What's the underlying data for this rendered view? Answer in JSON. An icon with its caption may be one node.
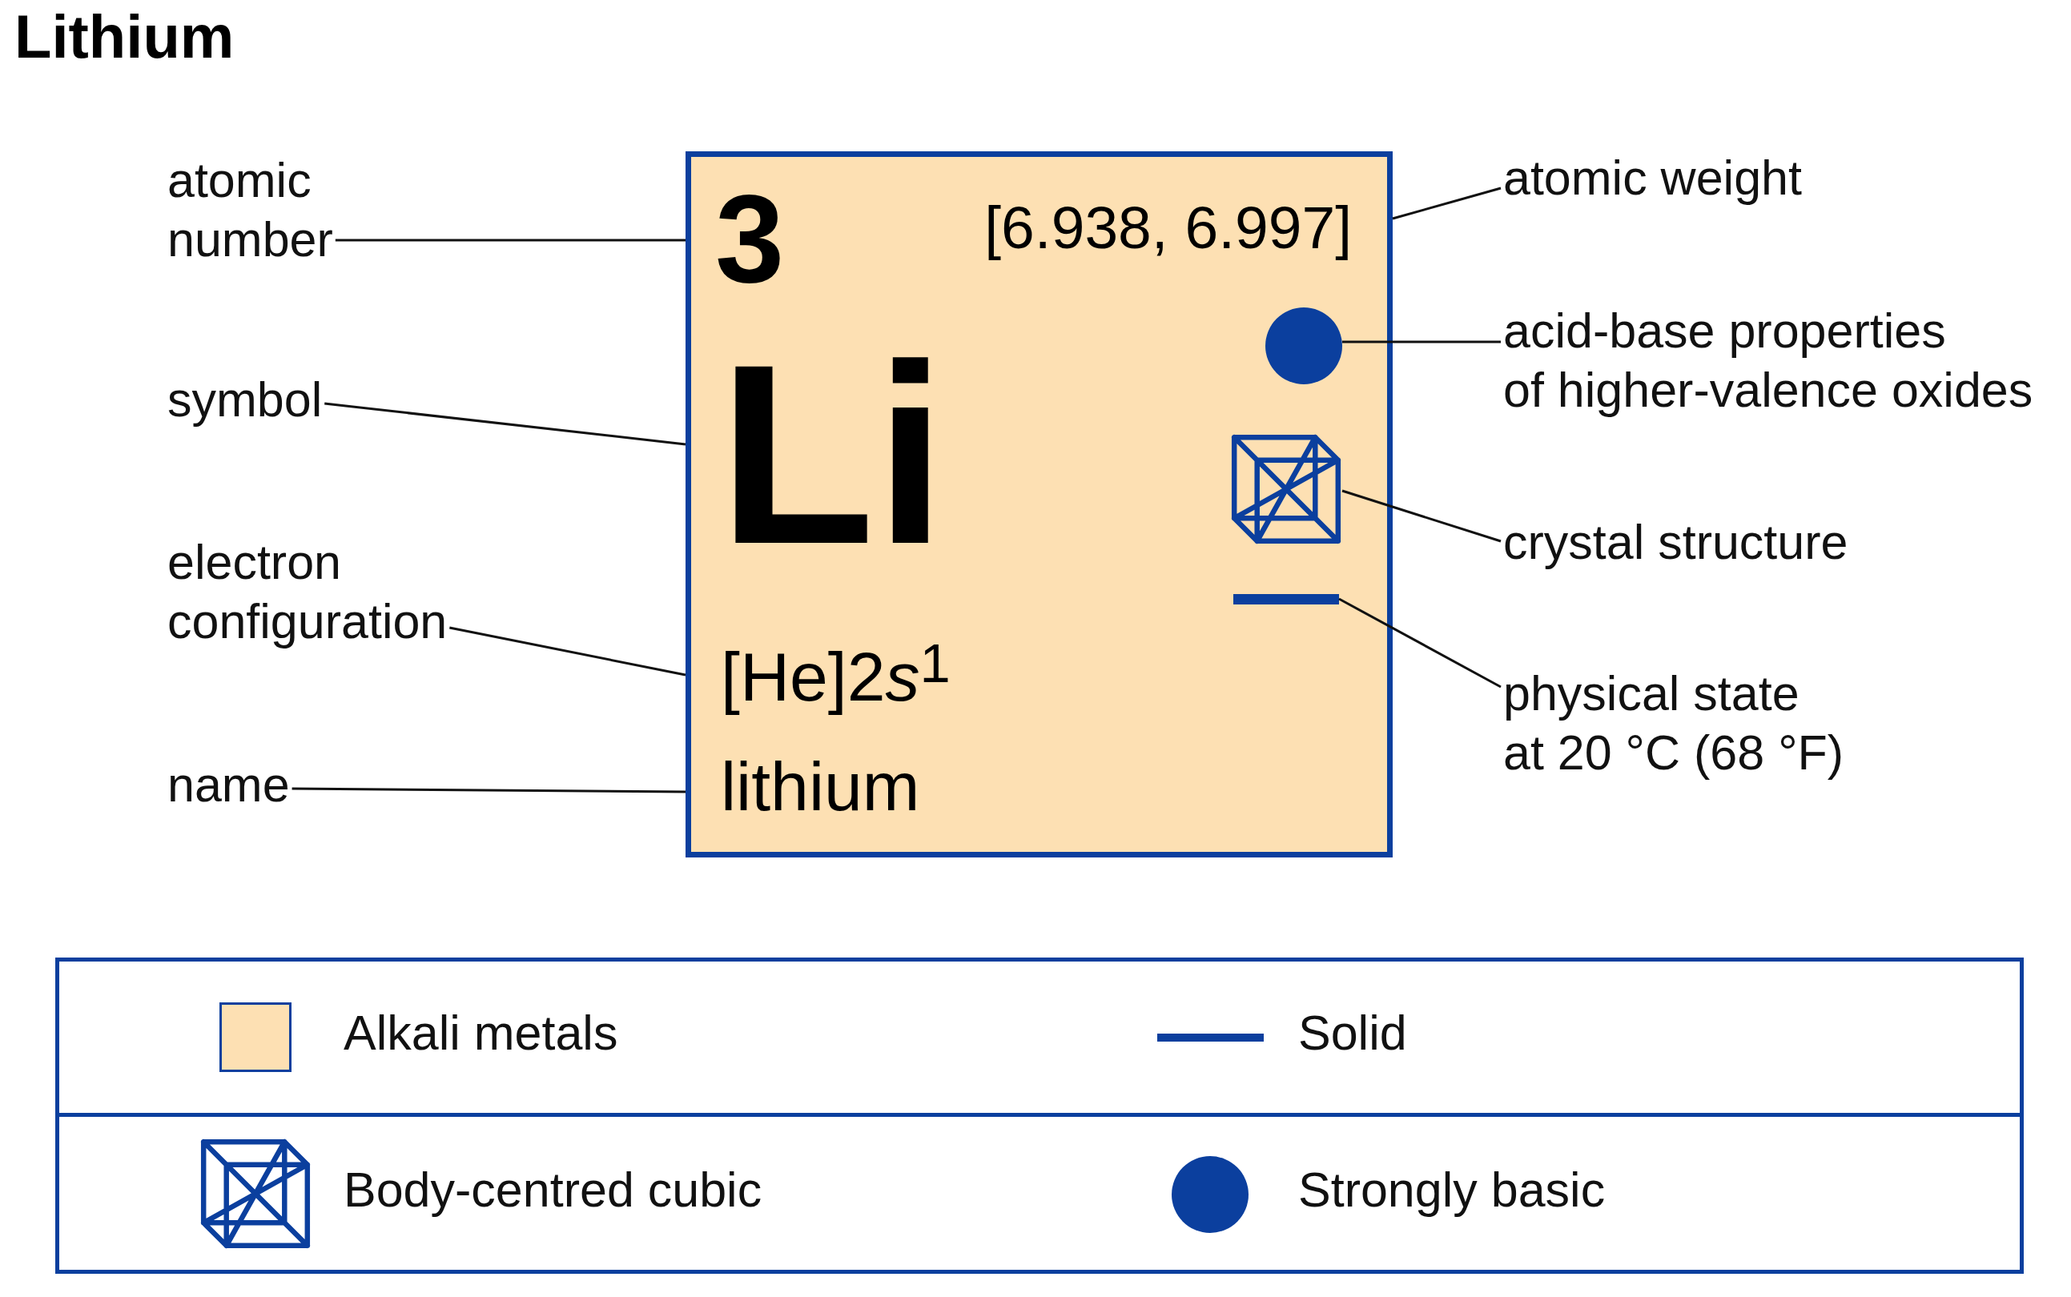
{
  "diagram": {
    "title": "Lithium",
    "nodes": [
      {
        "text": [
          "3",
          "[6.938, 6.997]",
          "Li",
          "[He]2s$^{1}$",
          "lithium"
        ]
      },
      {
        "text": [],
        "shape": "circle",
        "in": 0
      },
      {
        "text": [],
        "shape": "cube",
        "in": 0
      },
      {
        "text": [],
        "shape": "bar",
        "in": 0
      },
      {
        "text": [
          "atomic number"
        ]
      },
      {
        "text": [
          "symbol"
        ]
      },
      {
        "text": [
          "electron configuration"
        ]
      },
      {
        "text": [
          "name"
        ]
      },
      {
        "text": [
          "atomic weight"
        ]
      },
      {
        "text": [
          "acid-base properties of higher-valence oxides"
        ]
      },
      {
        "text": [
          "crystal structure"
        ]
      },
      {
        "text": [
          "physical state at 20 °C (68 °F)"
        ]
      }
    ],
    "edges": [
      {
        "from": 4,
        "to": 0,
        "arrow": "none"
      },
      {
        "from": 5,
        "to": 0,
        "arrow": "none"
      },
      {
        "from": 6,
        "to": 0,
        "arrow": "none"
      },
      {
        "from": 7,
        "to": 0,
        "arrow": "none"
      },
      {
        "from": 8,
        "to": 0,
        "arrow": "none"
      },
      {
        "from": 9,
        "to": 1,
        "arrow": "none"
      },
      {
        "from": 10,
        "to": 2,
        "arrow": "none"
      },
      {
        "from": 11,
        "to": 3,
        "arrow": "none"
      }
    ],
    "legend": [
      {
        "text": "Alkali metals",
        "color": "#fde0b3"
      },
      {
        "text": "Solid"
      },
      {
        "text": "Body-centred cubic"
      },
      {
        "text": "Strongly basic"
      }
    ]
  }
}
